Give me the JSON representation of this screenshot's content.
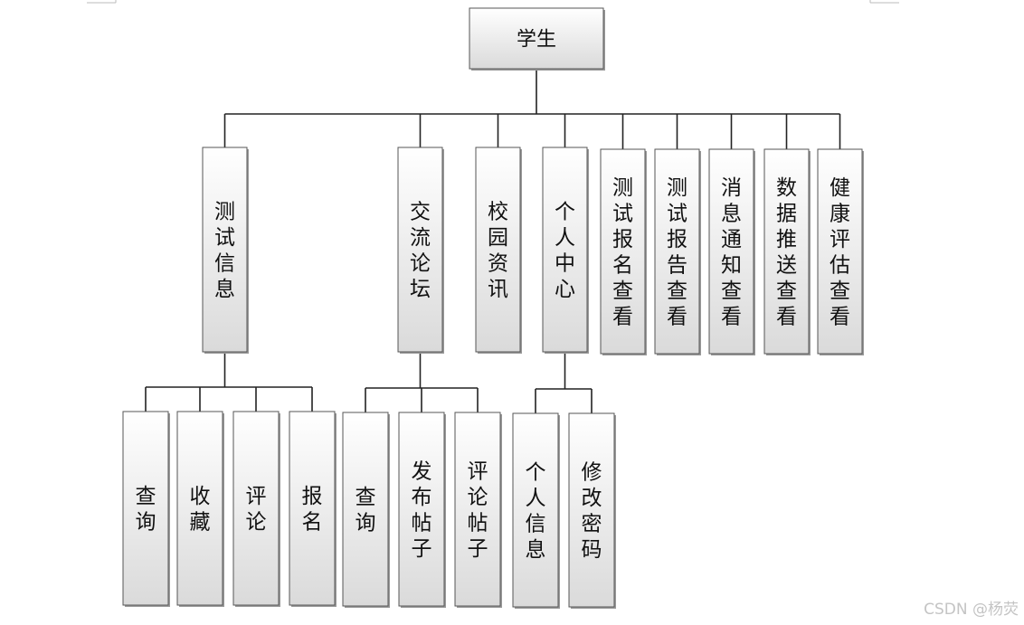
{
  "diagram": {
    "root": {
      "id": "root",
      "label": "学生"
    },
    "nodes": [
      {
        "id": "test-info",
        "label": "测试信息",
        "parent": "root"
      },
      {
        "id": "forum",
        "label": "交流论坛",
        "parent": "root"
      },
      {
        "id": "campus-news",
        "label": "校园资讯",
        "parent": "root"
      },
      {
        "id": "personal-center",
        "label": "个人中心",
        "parent": "root"
      },
      {
        "id": "test-signup-view",
        "label": "测试报名查看",
        "parent": "root"
      },
      {
        "id": "test-report-view",
        "label": "测试报告查看",
        "parent": "root"
      },
      {
        "id": "notice-view",
        "label": "消息通知查看",
        "parent": "root"
      },
      {
        "id": "data-push-view",
        "label": "数据推送查看",
        "parent": "root"
      },
      {
        "id": "health-eval-view",
        "label": "健康评估查看",
        "parent": "root"
      },
      {
        "id": "test-query",
        "label": "查询",
        "parent": "test-info"
      },
      {
        "id": "test-favorite",
        "label": "收藏",
        "parent": "test-info"
      },
      {
        "id": "test-comment",
        "label": "评论",
        "parent": "test-info"
      },
      {
        "id": "test-signup",
        "label": "报名",
        "parent": "test-info"
      },
      {
        "id": "forum-query",
        "label": "查询",
        "parent": "forum"
      },
      {
        "id": "forum-post",
        "label": "发布帖子",
        "parent": "forum"
      },
      {
        "id": "forum-comment",
        "label": "评论帖子",
        "parent": "forum"
      },
      {
        "id": "personal-info",
        "label": "个人信息",
        "parent": "personal-center"
      },
      {
        "id": "change-password",
        "label": "修改密码",
        "parent": "personal-center"
      }
    ]
  },
  "watermark": "CSDN @杨荧",
  "colors": {
    "box_top": "#ffffff",
    "box_bottom": "#dadada",
    "border": "#555555",
    "line": "#222222",
    "watermark": "#c4c4c4"
  }
}
